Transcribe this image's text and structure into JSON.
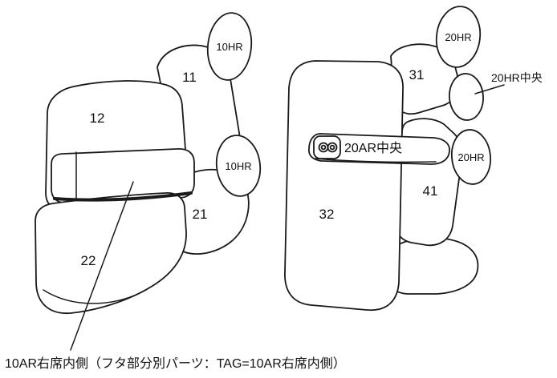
{
  "diagram": {
    "left_seat": {
      "headrest_top_label": "10HR",
      "back_upper_label": "11",
      "back_left_label": "12",
      "headrest_mid_label": "10HR",
      "side_cushion_label": "21",
      "cushion_label": "22"
    },
    "right_seat": {
      "headrest_top_label": "20HR",
      "back_upper_label": "31",
      "center_headrest_label": "20HR中央",
      "armrest_label": "20AR中央",
      "headrest_side_label": "20HR",
      "back_side_label": "41",
      "seat_back_label": "32"
    },
    "caption": "10AR右席内側（フタ部分別パーツ：TAG=10AR右席内側）",
    "colors": {
      "line": "#1a1a1a",
      "background": "#ffffff"
    }
  }
}
